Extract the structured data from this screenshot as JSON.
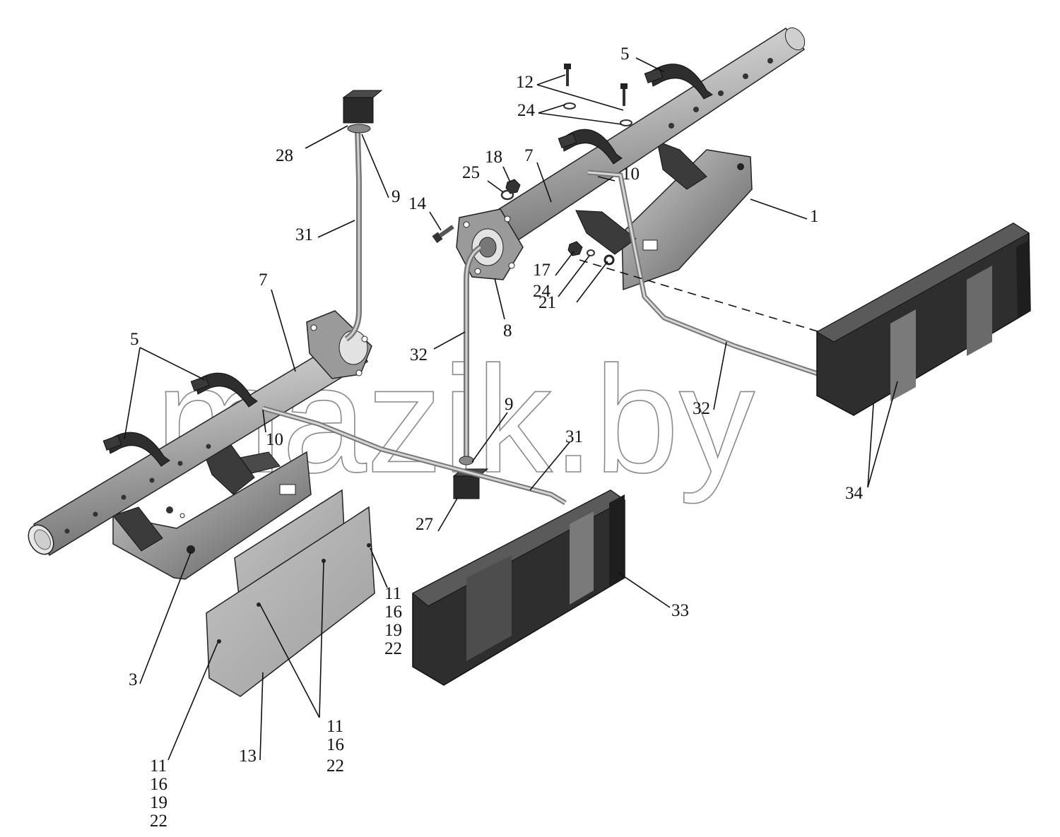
{
  "watermark": "mazik.by",
  "labels": [
    {
      "id": "l5a",
      "text": "5"
    },
    {
      "id": "l12",
      "text": "12"
    },
    {
      "id": "l24a",
      "text": "24"
    },
    {
      "id": "l28",
      "text": "28"
    },
    {
      "id": "l9a",
      "text": "9"
    },
    {
      "id": "l18",
      "text": "18"
    },
    {
      "id": "l25",
      "text": "25"
    },
    {
      "id": "l7a",
      "text": "7"
    },
    {
      "id": "l10a",
      "text": "10"
    },
    {
      "id": "l14",
      "text": "14"
    },
    {
      "id": "l1",
      "text": "1"
    },
    {
      "id": "l31a",
      "text": "31"
    },
    {
      "id": "l17",
      "text": "17"
    },
    {
      "id": "l24b",
      "text": "24"
    },
    {
      "id": "l21",
      "text": "21"
    },
    {
      "id": "l7b",
      "text": "7"
    },
    {
      "id": "l8",
      "text": "8"
    },
    {
      "id": "l32a",
      "text": "32"
    },
    {
      "id": "l5b",
      "text": "5"
    },
    {
      "id": "l9b",
      "text": "9"
    },
    {
      "id": "l32b",
      "text": "32"
    },
    {
      "id": "l10b",
      "text": "10"
    },
    {
      "id": "l31b",
      "text": "31"
    },
    {
      "id": "l34",
      "text": "34"
    },
    {
      "id": "l27",
      "text": "27"
    },
    {
      "id": "l11a",
      "text": "11"
    },
    {
      "id": "l16a",
      "text": "16"
    },
    {
      "id": "l19a",
      "text": "19"
    },
    {
      "id": "l22a",
      "text": "22"
    },
    {
      "id": "l33",
      "text": "33"
    },
    {
      "id": "l3",
      "text": "3"
    },
    {
      "id": "l11b",
      "text": "11"
    },
    {
      "id": "l16b",
      "text": "16"
    },
    {
      "id": "l22b",
      "text": "22"
    },
    {
      "id": "l13",
      "text": "13"
    },
    {
      "id": "l11c",
      "text": "11"
    },
    {
      "id": "l16c",
      "text": "16"
    },
    {
      "id": "l19c",
      "text": "19"
    },
    {
      "id": "l22c",
      "text": "22"
    }
  ],
  "colors": {
    "tube_light": "#d9d9d9",
    "tube_mid": "#a8a8a8",
    "tube_dark": "#6b6b6b",
    "lamp_dark": "#2e2e2e",
    "lamp_mid": "#595959",
    "lamp_light": "#8c8c8c",
    "plate": "#b5b5b5"
  }
}
